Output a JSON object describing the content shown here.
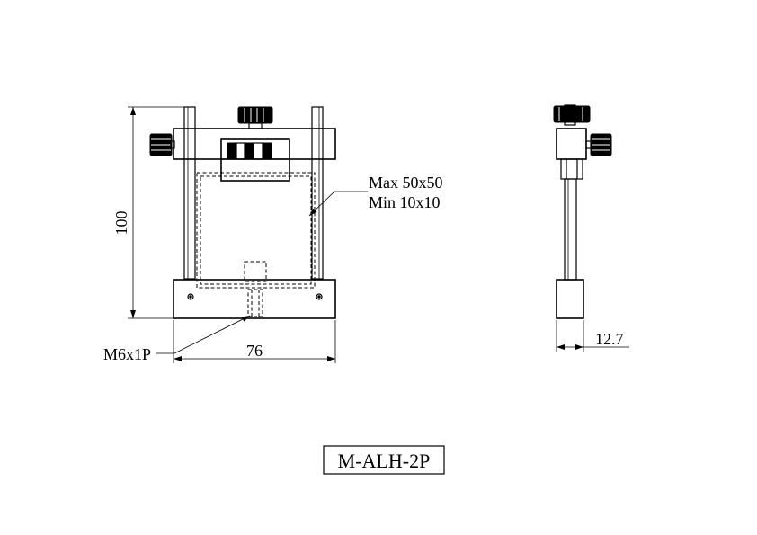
{
  "drawing": {
    "model_label": "M-ALH-2P",
    "dimensions": {
      "height": "100",
      "width": "76",
      "thickness": "12.7"
    },
    "annotations": {
      "max_size": "Max 50x50",
      "min_size": "Min 10x10",
      "thread": "M6x1P"
    }
  }
}
